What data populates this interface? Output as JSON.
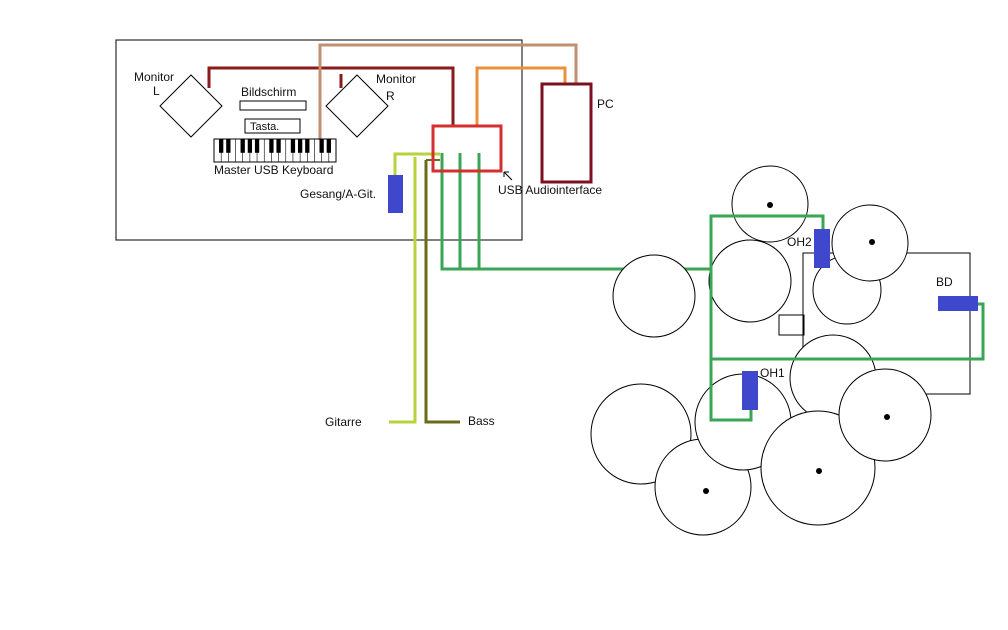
{
  "labels": {
    "monitor_l_line1": "Monitor",
    "monitor_l_line2": "L",
    "monitor_r_line1": "Monitor",
    "monitor_r_line2": "R",
    "bildschirm": "Bildschirm",
    "tasta": "Tasta.",
    "master_keyboard": "Master USB Keyboard",
    "pc": "PC",
    "gesang": "Gesang/A-Git.",
    "audio_interface": "USB Audiointerface",
    "gitarre": "Gitarre",
    "bass": "Bass",
    "oh1": "OH1",
    "oh2": "OH2",
    "bd": "BD"
  },
  "colors": {
    "background": "#ffffff",
    "outline": "#000000",
    "dark_red_cable": "#8b1a1a",
    "tan_cable": "#c09070",
    "orange_cable": "#e8913a",
    "audiointerface_border": "#d62f2f",
    "pc_border": "#7a1020",
    "green_cable": "#3aa655",
    "lime_cable": "#b5d33b",
    "olive_cable": "#6b6b1a",
    "mic_blue": "#3f48cc"
  },
  "icons": {
    "monitor": "diamond-shape",
    "keyboard": "piano-keys",
    "microphone": "blue-bar",
    "drum": "circle",
    "cymbal": "circle-with-dot",
    "arrow": "small-arrow"
  }
}
